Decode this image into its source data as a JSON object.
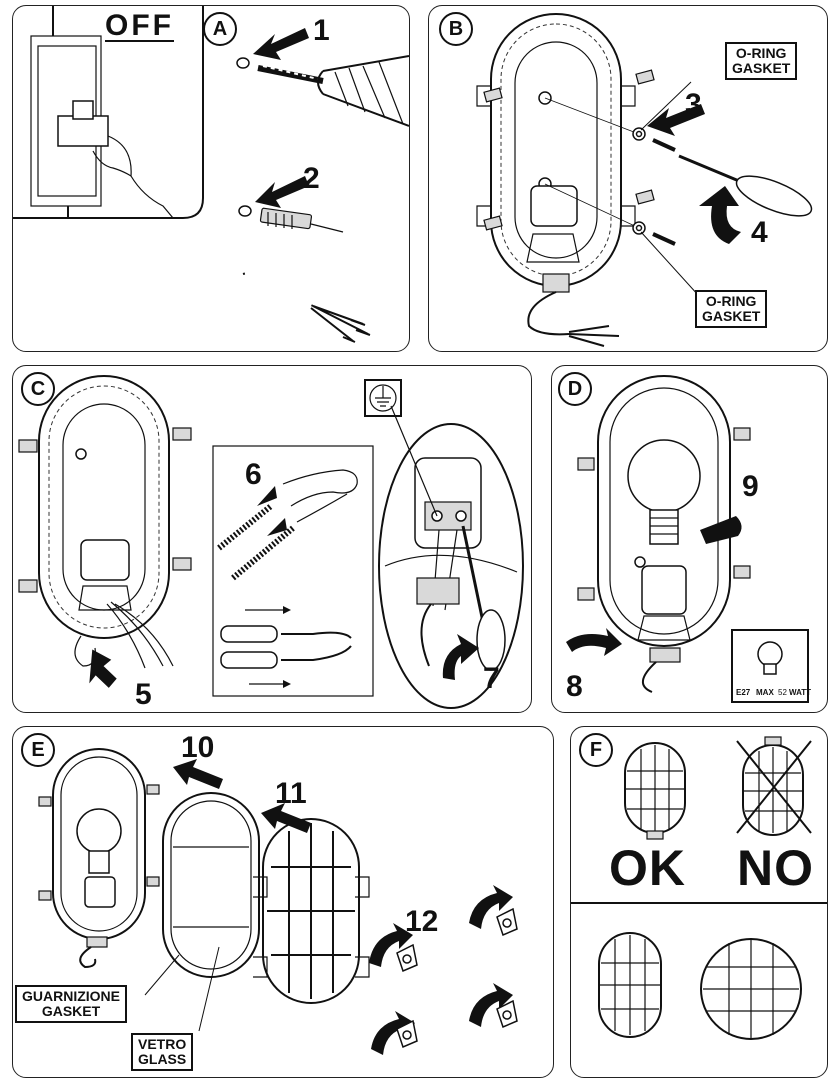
{
  "panels": {
    "a": {
      "letter": "A",
      "off_label": "OFF",
      "steps": [
        "1",
        "2"
      ]
    },
    "b": {
      "letter": "B",
      "steps": [
        "3",
        "4"
      ],
      "gasket_label_1": [
        "O-RING",
        "GASKET"
      ],
      "gasket_label_2": [
        "O-RING",
        "GASKET"
      ]
    },
    "c": {
      "letter": "C",
      "steps": [
        "5",
        "6",
        "7"
      ]
    },
    "d": {
      "letter": "D",
      "steps": [
        "8",
        "9"
      ],
      "bulb_spec": {
        "socket": "E27",
        "max": "MAX",
        "watt": "52",
        "unit": "WATT"
      }
    },
    "e": {
      "letter": "E",
      "steps": [
        "10",
        "11",
        "12"
      ],
      "gasket_label": [
        "GUARNIZIONE",
        "GASKET"
      ],
      "glass_label": [
        "VETRO",
        "GLASS"
      ]
    },
    "f": {
      "letter": "F",
      "ok_label": "OK",
      "no_label": "NO"
    }
  }
}
